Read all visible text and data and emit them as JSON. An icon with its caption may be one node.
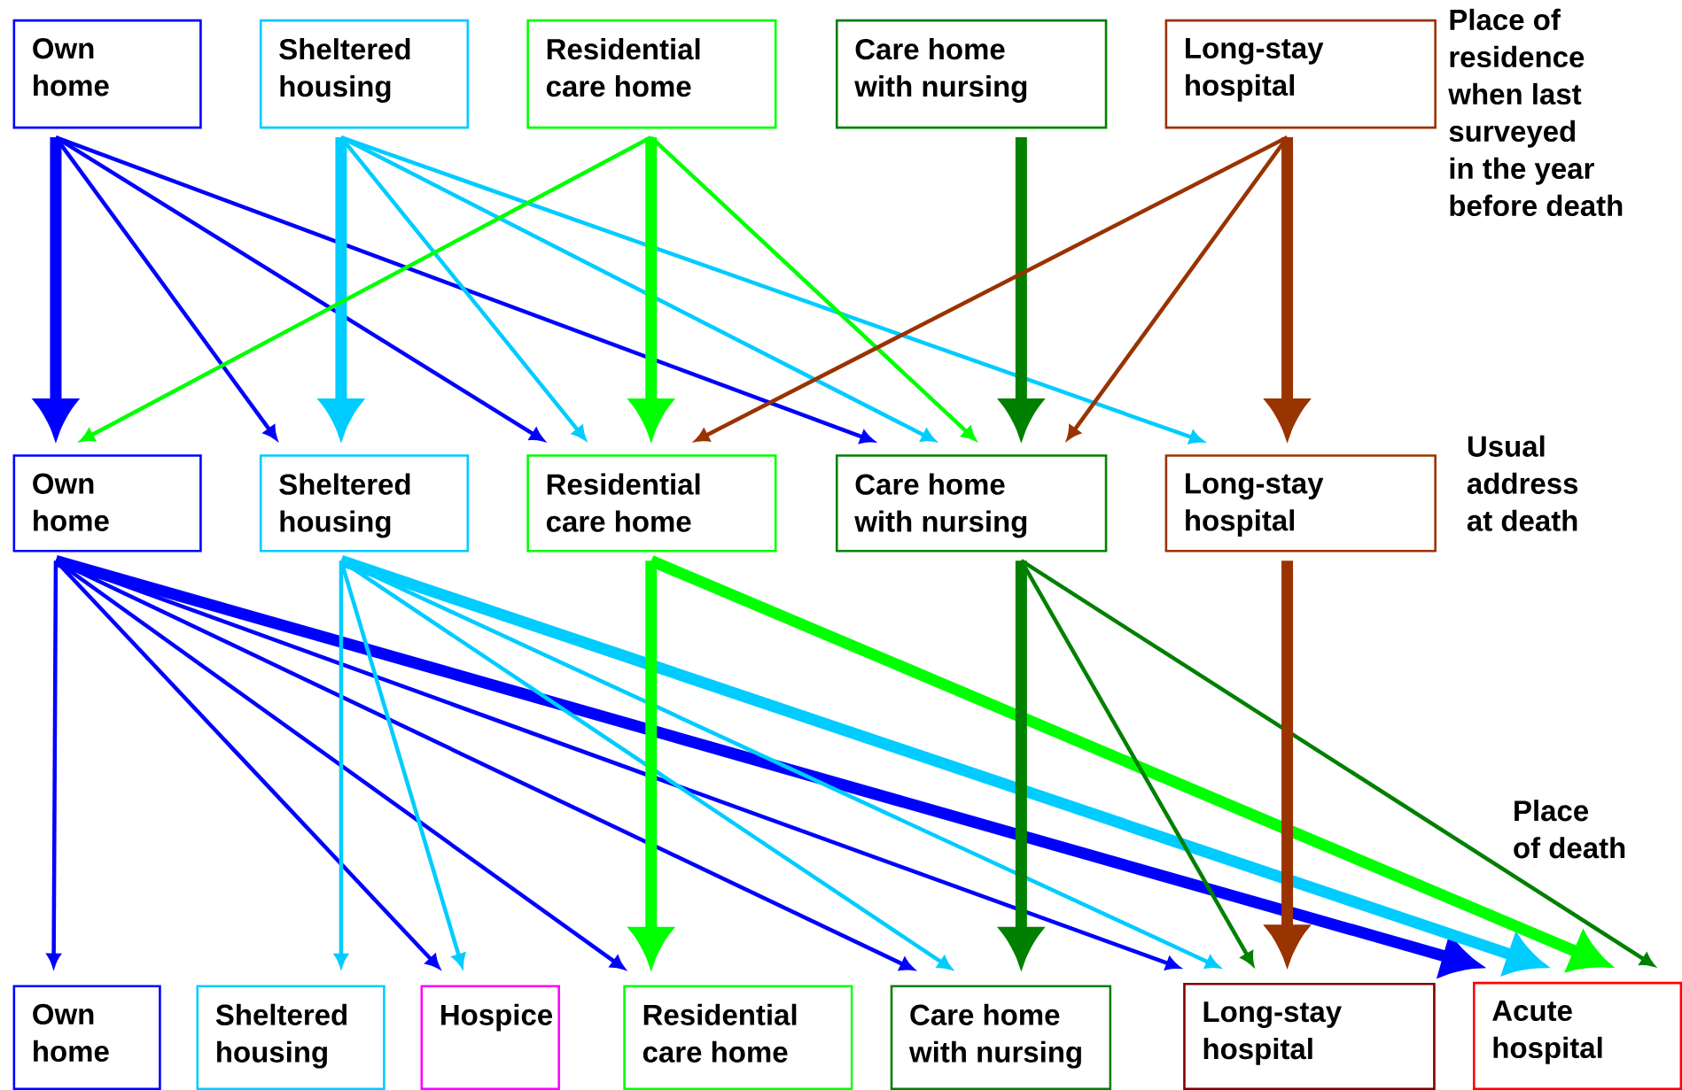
{
  "diagram": {
    "nodes": [
      {
        "text": [
          "Own home"
        ]
      },
      {
        "text": [
          "Sheltered housing"
        ]
      },
      {
        "text": [
          "Residential care home"
        ]
      },
      {
        "text": [
          "Care home with nursing"
        ]
      },
      {
        "text": [
          "Long-stay hospital"
        ]
      },
      {
        "text": [
          "Own home"
        ]
      },
      {
        "text": [
          "Sheltered housing"
        ]
      },
      {
        "text": [
          "Residential care home"
        ]
      },
      {
        "text": [
          "Care home with nursing"
        ]
      },
      {
        "text": [
          "Long-stay hospital"
        ]
      },
      {
        "text": [
          "Own home"
        ]
      },
      {
        "text": [
          "Sheltered housing"
        ]
      },
      {
        "text": [
          "Hospice"
        ]
      },
      {
        "text": [
          "Residential care home"
        ]
      },
      {
        "text": [
          "Care home with nursing"
        ]
      },
      {
        "text": [
          "Long-stay hospital"
        ]
      },
      {
        "text": [
          "Acute hospital"
        ]
      }
    ],
    "edges": [
      {
        "from": 0,
        "to": 5,
        "arrow": "to",
        "style": "thick",
        "color": "#0000ff"
      },
      {
        "from": 0,
        "to": 6,
        "arrow": "to",
        "color": "#0000ff"
      },
      {
        "from": 0,
        "to": 7,
        "arrow": "to",
        "color": "#0000ff"
      },
      {
        "from": 0,
        "to": 8,
        "arrow": "to",
        "color": "#0000ff"
      },
      {
        "from": 1,
        "to": 6,
        "arrow": "to",
        "style": "thick",
        "color": "#00ccff"
      },
      {
        "from": 1,
        "to": 7,
        "arrow": "to",
        "color": "#00ccff"
      },
      {
        "from": 1,
        "to": 8,
        "arrow": "to",
        "color": "#00ccff"
      },
      {
        "from": 1,
        "to": 9,
        "arrow": "to",
        "color": "#00ccff"
      },
      {
        "from": 2,
        "to": 5,
        "arrow": "to",
        "color": "#00ff00"
      },
      {
        "from": 2,
        "to": 7,
        "arrow": "to",
        "style": "thick",
        "color": "#00ff00"
      },
      {
        "from": 2,
        "to": 8,
        "arrow": "to",
        "color": "#00ff00"
      },
      {
        "from": 3,
        "to": 8,
        "arrow": "to",
        "style": "thick",
        "color": "#008000"
      },
      {
        "from": 4,
        "to": 7,
        "arrow": "to",
        "color": "#993300"
      },
      {
        "from": 4,
        "to": 8,
        "arrow": "to",
        "color": "#993300"
      },
      {
        "from": 4,
        "to": 9,
        "arrow": "to",
        "style": "thick",
        "color": "#993300"
      },
      {
        "from": 5,
        "to": 10,
        "arrow": "to",
        "color": "#0000ff"
      },
      {
        "from": 5,
        "to": 12,
        "arrow": "to",
        "color": "#0000ff"
      },
      {
        "from": 5,
        "to": 13,
        "arrow": "to",
        "color": "#0000ff"
      },
      {
        "from": 5,
        "to": 14,
        "arrow": "to",
        "color": "#0000ff"
      },
      {
        "from": 5,
        "to": 15,
        "arrow": "to",
        "color": "#0000ff"
      },
      {
        "from": 5,
        "to": 16,
        "arrow": "to",
        "style": "thick",
        "color": "#0000ff"
      },
      {
        "from": 6,
        "to": 11,
        "arrow": "to",
        "color": "#00ccff"
      },
      {
        "from": 6,
        "to": 12,
        "arrow": "to",
        "color": "#00ccff"
      },
      {
        "from": 6,
        "to": 14,
        "arrow": "to",
        "color": "#00ccff"
      },
      {
        "from": 6,
        "to": 15,
        "arrow": "to",
        "color": "#00ccff"
      },
      {
        "from": 6,
        "to": 16,
        "arrow": "to",
        "style": "thick",
        "color": "#00ccff"
      },
      {
        "from": 7,
        "to": 13,
        "arrow": "to",
        "style": "thick",
        "color": "#00ff00"
      },
      {
        "from": 7,
        "to": 16,
        "arrow": "to",
        "style": "thick",
        "color": "#00ff00"
      },
      {
        "from": 8,
        "to": 14,
        "arrow": "to",
        "style": "thick",
        "color": "#008000"
      },
      {
        "from": 8,
        "to": 15,
        "arrow": "to",
        "color": "#008000"
      },
      {
        "from": 8,
        "to": 16,
        "arrow": "to",
        "color": "#008000"
      },
      {
        "from": 9,
        "to": 15,
        "arrow": "to",
        "style": "thick",
        "color": "#993300"
      }
    ],
    "labels": [
      "Place of residence when last surveyed in the year before death",
      "Usual address at death",
      "Place of death"
    ]
  }
}
